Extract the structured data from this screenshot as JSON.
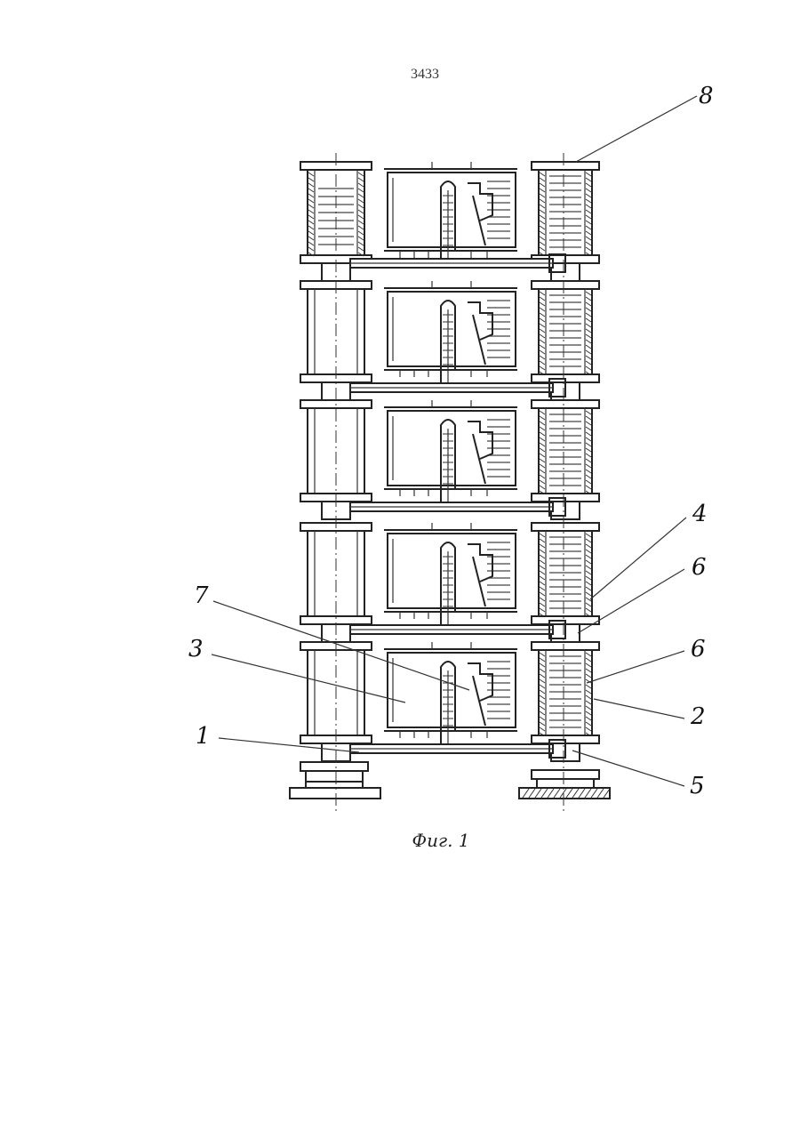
{
  "document": {
    "page_number": "3433",
    "caption": "Фиг. 1"
  },
  "labels": [
    "8",
    "4",
    "6",
    "6",
    "2",
    "5",
    "7",
    "3",
    "1"
  ],
  "diagram": {
    "tiers": 5,
    "colors": {
      "ink": "#222222",
      "paper": "#ffffff"
    }
  }
}
